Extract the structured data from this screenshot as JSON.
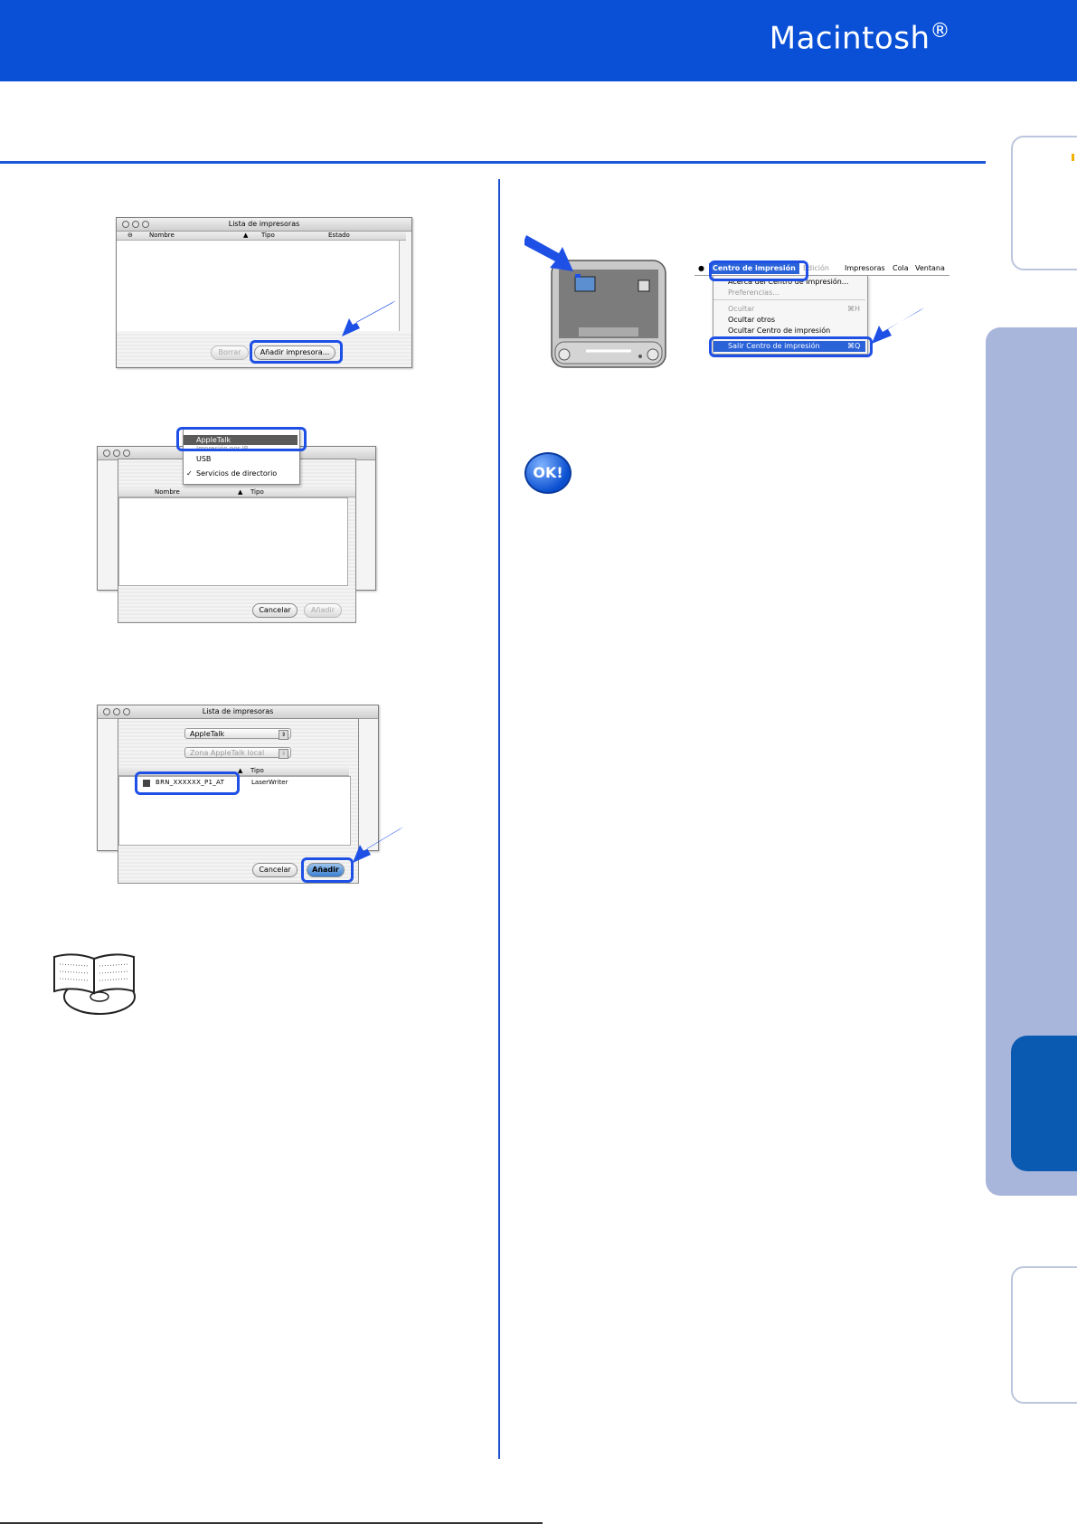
{
  "header": {
    "title": "Macintosh",
    "title_mark": "®"
  },
  "fig1": {
    "window_title": "Lista de impresoras",
    "columns": [
      "Nombre",
      "Tipo",
      "Estado"
    ],
    "buttons": {
      "delete": "Borrar",
      "add_printer": "Añadir impresora..."
    }
  },
  "fig2": {
    "menu_items": [
      "AppleTalk",
      "Impresión por IP",
      "USB",
      "Servicios de directorio"
    ],
    "checked_item": "✓",
    "columns": [
      "Nombre",
      "Tipo"
    ],
    "buttons": {
      "cancel": "Cancelar",
      "add": "Añadir"
    }
  },
  "fig3": {
    "window_title": "Lista de impresoras",
    "popup_connection": "AppleTalk",
    "popup_zone": "Zona AppleTalk local",
    "columns": [
      "Tipo"
    ],
    "printer_name": "BRN_XXXXXX_P1_AT",
    "printer_type": "LaserWriter",
    "buttons": {
      "cancel": "Cancelar",
      "add": "Añadir"
    }
  },
  "fig4": {
    "menubar": [
      "Centro de impresión",
      "Edición",
      "Impresoras",
      "Cola",
      "Ventana"
    ],
    "menu_items": [
      {
        "label": "Acerca del Centro de Impresión...",
        "shortcut": "",
        "disabled": false
      },
      {
        "label": "Preferencias...",
        "shortcut": "",
        "disabled": true
      },
      {
        "label": "Ocultar",
        "shortcut": "⌘H",
        "disabled": true
      },
      {
        "label": "Ocultar otros",
        "shortcut": "",
        "disabled": false
      },
      {
        "label": "Ocultar Centro de impresión",
        "shortcut": "",
        "disabled": false
      },
      {
        "label": "Salir Centro de impresión",
        "shortcut": "⌘Q",
        "disabled": false
      }
    ]
  },
  "ok_badge": "OK!"
}
